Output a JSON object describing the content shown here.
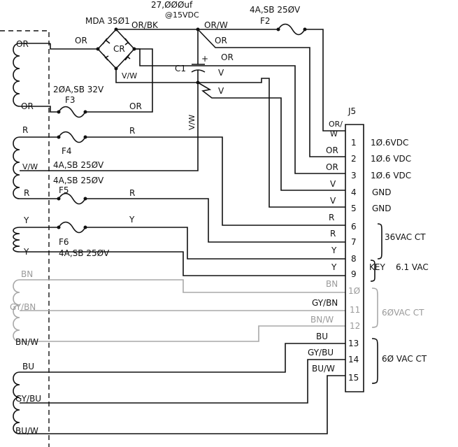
{
  "labels": {
    "bridge": "MDA 35Ø1",
    "bridge_ref": "CR",
    "cap_value": "27,ØØØuf",
    "cap_voltage": "@15VDC",
    "cap_ref": "C1",
    "cap_plus": "+",
    "fuse_f2_rating": "4A,SB 25ØV",
    "fuse_f2_ref": "F2",
    "fuse_f3_rating": "2ØA,SB 32V",
    "fuse_f3_ref": "F3",
    "fuse_f4_ref": "F4",
    "fuse_f4_rating": "4A,SB 25ØV",
    "fuse_f5_rating": "4A,SB 25ØV",
    "fuse_f5_ref": "F5",
    "fuse_f6_ref": "F6",
    "fuse_f6_rating": "4A,SB 25ØV",
    "connector": "J5"
  },
  "wires": {
    "or_bk": "OR/BK",
    "or_w_top": "OR/W",
    "or_top_right": "OR",
    "or_mid": "OR",
    "v_mid1": "V",
    "v_mid2": "V",
    "v_w_bridge": "V/W",
    "v_w_vert": "V/W",
    "or_f3_right": "OR",
    "r_f4_right": "R",
    "r_f5_right": "R",
    "y_f6_right": "Y"
  },
  "transformer": {
    "or_top": "OR",
    "or_bottom": "OR",
    "r1": "R",
    "vw": "V/W",
    "r2": "R",
    "y1": "Y",
    "y2": "Y",
    "bn": "BN",
    "gybn": "GY/BN",
    "bnw": "BN/W",
    "bu": "BU",
    "gybu": "GY/BU",
    "buw": "BU/W"
  },
  "pins": [
    {
      "num": "1",
      "wire": "OR/W",
      "voltage": "1Ø.6VDC"
    },
    {
      "num": "2",
      "wire": "OR",
      "voltage": "1Ø.6 VDC"
    },
    {
      "num": "3",
      "wire": "OR",
      "voltage": "1Ø.6 VDC"
    },
    {
      "num": "4",
      "wire": "V",
      "voltage": "GND"
    },
    {
      "num": "5",
      "wire": "V",
      "voltage": "GND"
    },
    {
      "num": "6",
      "wire": "R",
      "voltage": ""
    },
    {
      "num": "7",
      "wire": "R",
      "voltage": ""
    },
    {
      "num": "8",
      "wire": "Y",
      "voltage": ""
    },
    {
      "num": "9",
      "wire": "Y",
      "voltage": ""
    },
    {
      "num": "1Ø",
      "wire": "BN",
      "voltage": ""
    },
    {
      "num": "11",
      "wire": "GY/BN",
      "voltage": ""
    },
    {
      "num": "12",
      "wire": "BN/W",
      "voltage": ""
    },
    {
      "num": "13",
      "wire": "BU",
      "voltage": ""
    },
    {
      "num": "14",
      "wire": "GY/BU",
      "voltage": ""
    },
    {
      "num": "15",
      "wire": "BU/W",
      "voltage": ""
    }
  ],
  "groups": {
    "g1": "36VAC CT",
    "g2": "KEY",
    "g2b": "6.1 VAC",
    "g3": "6ØVAC CT",
    "g4": "6Ø VAC CT"
  },
  "colors": {
    "ink": "#111111",
    "gray": "#a8a8a8"
  }
}
